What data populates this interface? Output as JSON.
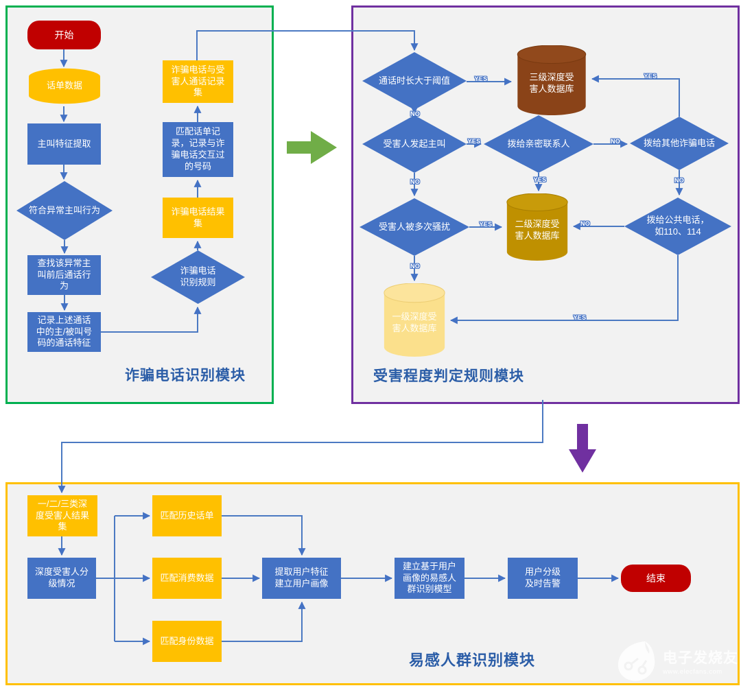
{
  "modules": {
    "m1": {
      "title": "诈骗电话识别模块",
      "nodes": {
        "start": "开始",
        "call_data": "话单数据",
        "caller_feature": "主叫特征提取",
        "abnormal_behavior": "符合异常主叫行为",
        "lookup_calls": "查找该异常主\n叫前后通话行\n为",
        "record_features": "记录上述通话\n中的主/被叫号\n码的通话特征",
        "fraud_victim_records": "诈骗电话与受\n害人通话记录\n集",
        "match_records": "匹配话单记\n录，记录与诈\n骗电话交互过\n的号码",
        "fraud_result_set": "诈骗电话结果\n集",
        "fraud_rules": "诈骗电话\n识别规则"
      }
    },
    "m2": {
      "title": "受害程度判定规则模块",
      "nodes": {
        "duration_gt": "通话时长大于阈值",
        "db3": "三级深度受\n害人数据库",
        "victim_initiates": "受害人发起主叫",
        "dial_close_contact": "拨给亲密联系人",
        "dial_other_fraud": "拨给其他诈骗电话",
        "victim_harassed": "受害人被多次骚扰",
        "db2": "二级深度受\n害人数据库",
        "dial_public": "拨给公共电话，\n如110、114",
        "db1": "一级深度受\n害人数据库"
      }
    },
    "m3": {
      "title": "易感人群识别模块",
      "nodes": {
        "result_set": "一/二/三类深\n度受害人结果\n集",
        "grading": "深度受害人分\n级情况",
        "match_history": "匹配历史话单",
        "match_consumption": "匹配消费数据",
        "match_identity": "匹配身份数据",
        "extract_features": "提取用户特征\n建立用户画像",
        "build_model": "建立基于用户\n画像的易感人\n群识别模型",
        "user_grading_alert": "用户分级\n及时告警",
        "end": "结束"
      }
    }
  },
  "edge_labels": {
    "yes": "YES",
    "no": "NO"
  },
  "watermark": {
    "name": "电子发烧友",
    "url": "www.elecfans.com"
  },
  "colors": {
    "box_blue": "#4472C4",
    "box_yellow": "#FFC000",
    "terminal_red": "#C00000",
    "border_green": "#00B050",
    "border_purple": "#7030A0",
    "border_yellow": "#FFC000",
    "db_level3_brown": "#8A4318",
    "db_level2_gold": "#BF9000",
    "db_level1_light": "#FBE08C",
    "connector_blue": "#4B79C2",
    "block_arrow_green": "#70AD47",
    "block_arrow_purple": "#7030A0",
    "module_bg": "#F2F2F2",
    "title_blue": "#2B5DA7"
  }
}
